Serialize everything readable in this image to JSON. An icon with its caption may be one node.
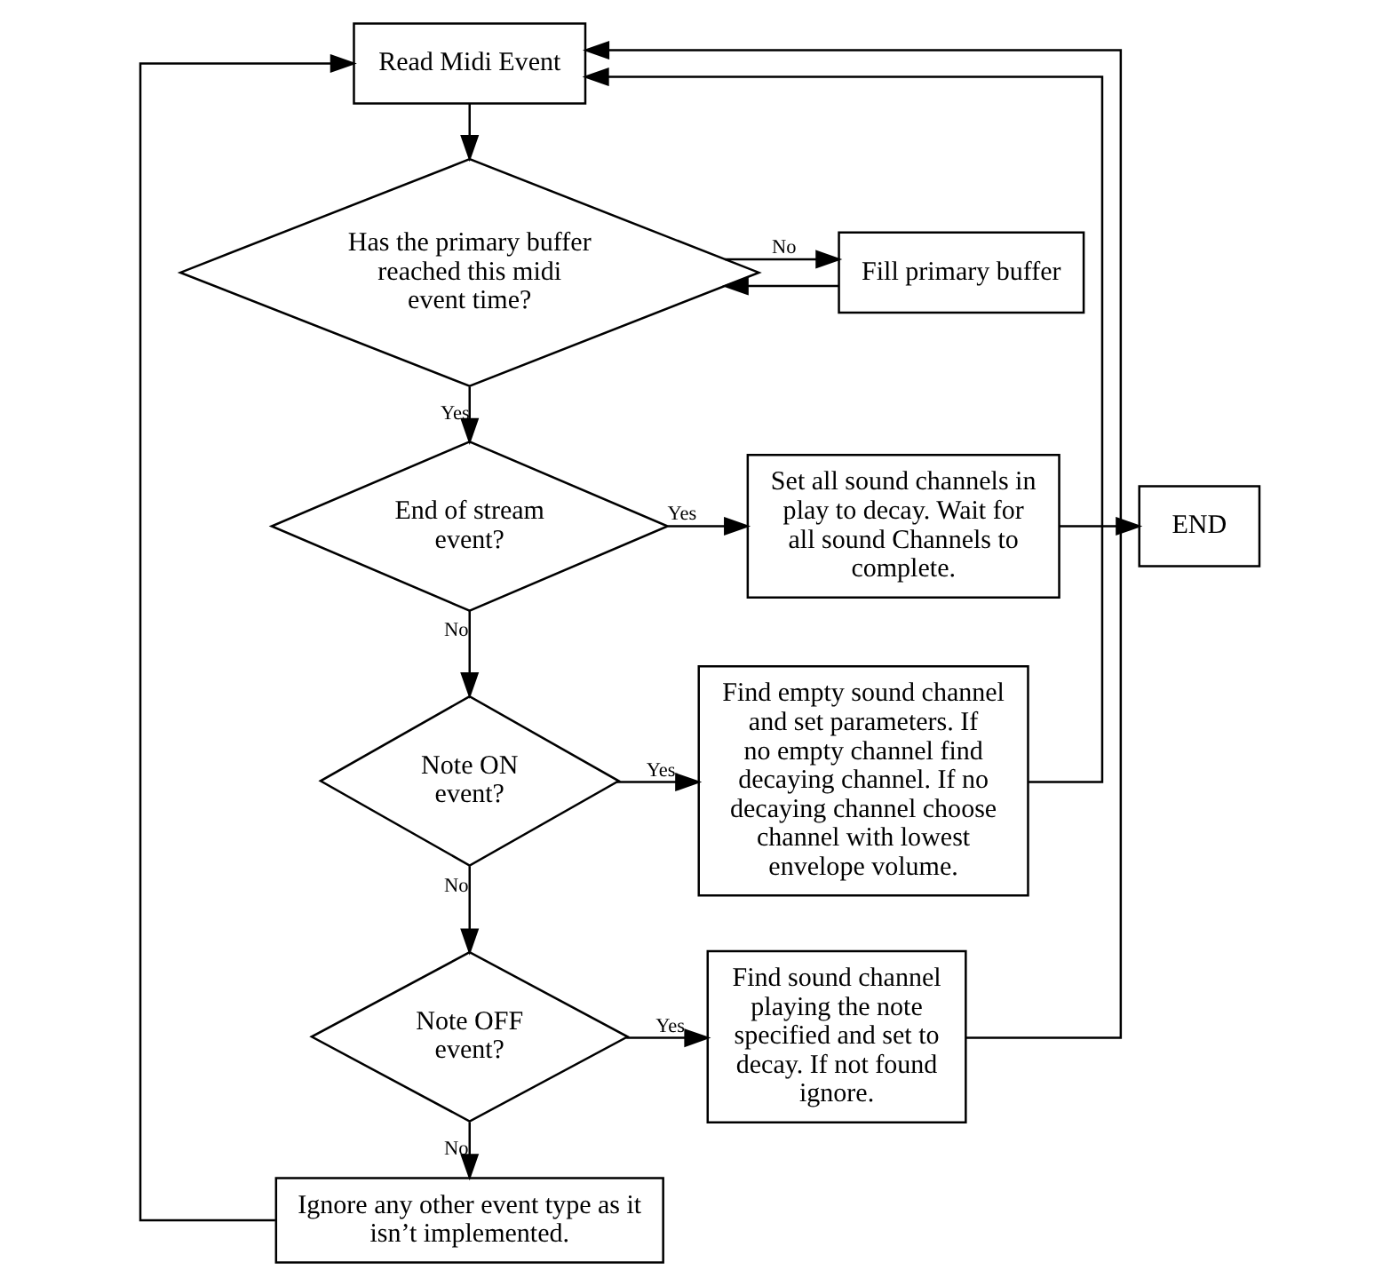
{
  "diagram": {
    "nodes": [
      {
        "text": [
          "Read Midi Event"
        ]
      },
      {
        "text": [
          "Has the primary buffer reached this midi event time?"
        ]
      },
      {
        "text": [
          "Fill primary buffer"
        ]
      },
      {
        "text": [
          "End of stream event?"
        ]
      },
      {
        "text": [
          "Set all sound channels in play to decay. Wait for all sound Channels to complete."
        ]
      },
      {
        "text": [
          "END"
        ]
      },
      {
        "text": [
          "Note ON event?"
        ]
      },
      {
        "text": [
          "Find empty sound channel and set parameters. If no empty channel find decaying channel. If no decaying channel choose channel with lowest envelope volume."
        ]
      },
      {
        "text": [
          "Note OFF event?"
        ]
      },
      {
        "text": [
          "Find sound channel playing the note specified and set to decay. If not found ignore."
        ]
      },
      {
        "text": [
          "Ignore any other event type as it isn’t implemented."
        ]
      }
    ],
    "edges": [
      {
        "from": 0,
        "to": 1,
        "arrow": "to"
      },
      {
        "from": 1,
        "to": 2,
        "arrow": "to",
        "label": "No"
      },
      {
        "from": 2,
        "to": 1,
        "arrow": "to"
      },
      {
        "from": 1,
        "to": 3,
        "arrow": "to",
        "label": "Yes"
      },
      {
        "from": 3,
        "to": 4,
        "arrow": "to",
        "label": "Yes"
      },
      {
        "from": 4,
        "to": 5,
        "arrow": "to"
      },
      {
        "from": 3,
        "to": 6,
        "arrow": "to",
        "label": "No"
      },
      {
        "from": 6,
        "to": 7,
        "arrow": "to",
        "label": "Yes"
      },
      {
        "from": 6,
        "to": 8,
        "arrow": "to",
        "label": "No"
      },
      {
        "from": 8,
        "to": 9,
        "arrow": "to",
        "label": "Yes"
      },
      {
        "from": 8,
        "to": 10,
        "arrow": "to",
        "label": "No"
      },
      {
        "from": 7,
        "to": 0,
        "arrow": "to"
      },
      {
        "from": 9,
        "to": 0,
        "arrow": "to"
      },
      {
        "from": 10,
        "to": 0,
        "arrow": "to"
      }
    ]
  }
}
